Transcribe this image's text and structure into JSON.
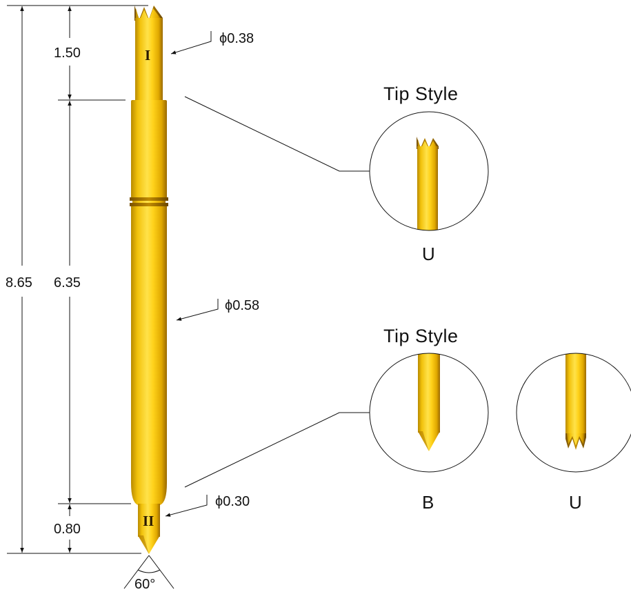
{
  "colors": {
    "gold_light": "#FFE24A",
    "gold_mid": "#F2C20C",
    "gold_dark": "#A07000",
    "line": "#111111"
  },
  "dimensions": {
    "total_length": "8.65",
    "tip_length": "1.50",
    "body_length": "6.35",
    "tail_length": "0.80"
  },
  "diameters": {
    "tip": "ϕ0.38",
    "body": "ϕ0.58",
    "tail": "ϕ0.30"
  },
  "angle": "60°",
  "section_marks": {
    "top": "I",
    "bottom": "II"
  },
  "top_tip_style": {
    "title": "Tip Style",
    "options": [
      "U"
    ]
  },
  "bottom_tip_style": {
    "title": "Tip Style",
    "options": [
      "B",
      "U"
    ]
  }
}
